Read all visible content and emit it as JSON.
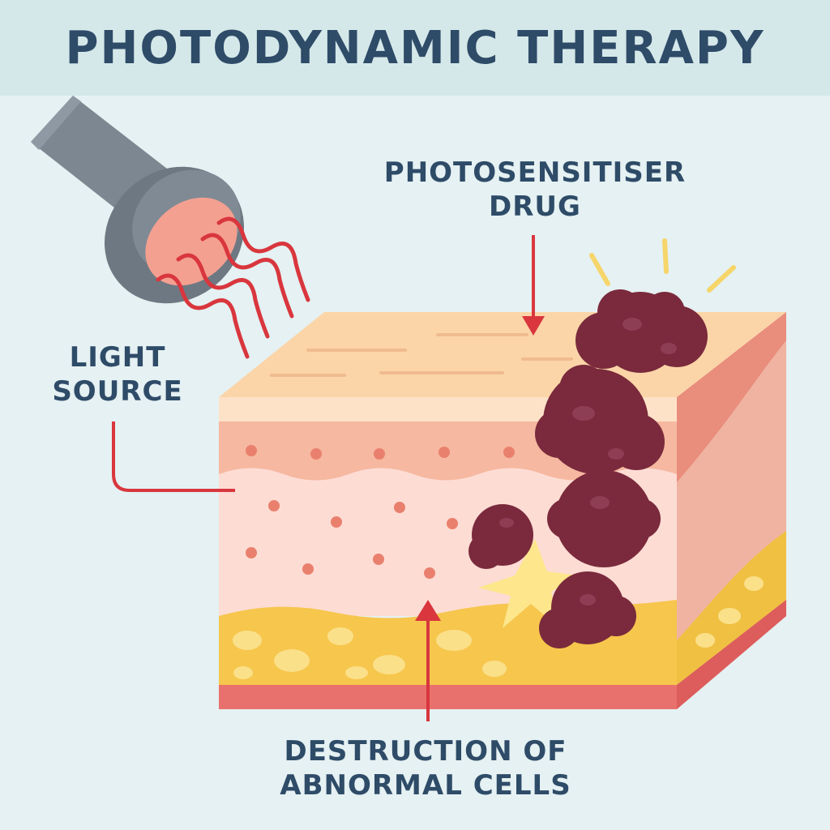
{
  "title": "PHOTODYNAMIC THERAPY",
  "labels": {
    "drug_line1": "PHOTOSENSITISER",
    "drug_line2": "DRUG",
    "light_line1": "LIGHT",
    "light_line2": "SOURCE",
    "destruction_line1": "DESTRUCTION OF",
    "destruction_line2": "ABNORMAL CELLS"
  },
  "colors": {
    "title": "#2e4b68",
    "arrow": "#d9363e",
    "tumor": "#7a2a3c",
    "fat": "#f6c64d"
  }
}
